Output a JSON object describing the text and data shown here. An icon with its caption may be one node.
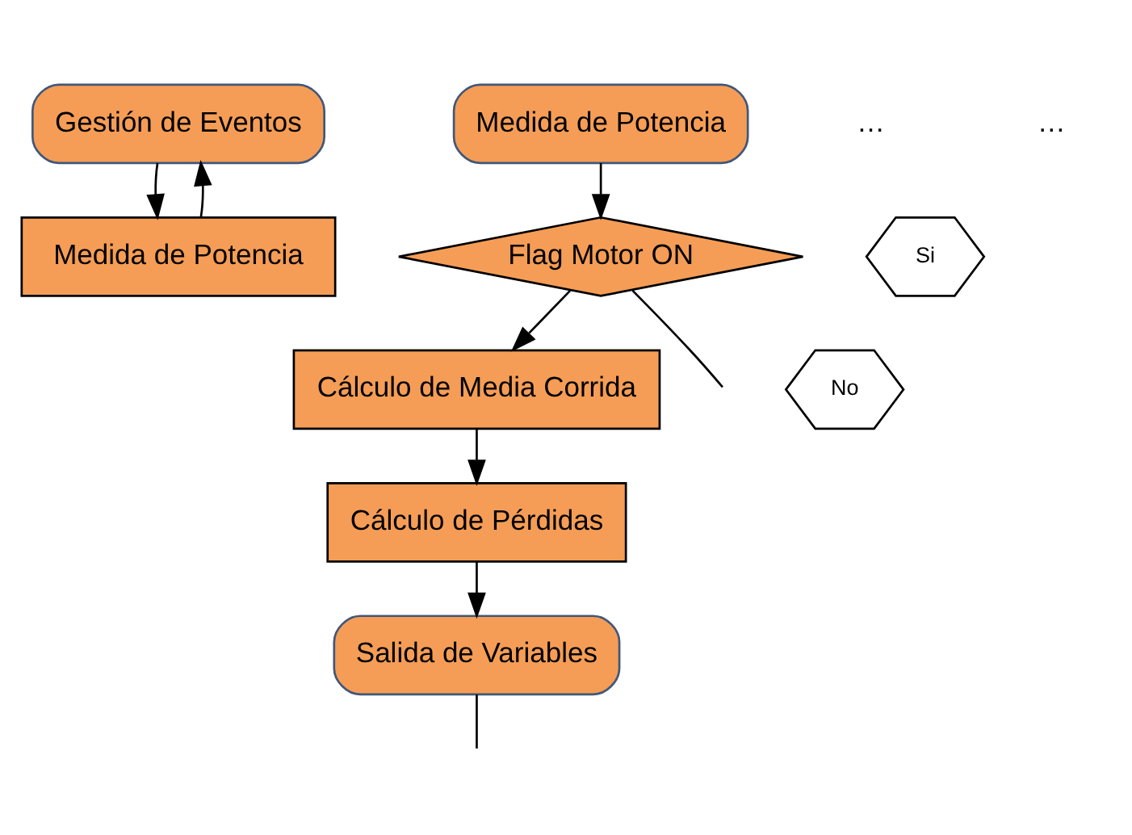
{
  "diagram": {
    "nodes": [
      {
        "text": [
          "Gestión de Eventos"
        ]
      },
      {
        "text": [
          "Medida de Potencia"
        ]
      },
      {
        "text": [
          "Medida de Potencia"
        ]
      },
      {
        "text": [
          "Flag Motor ON"
        ]
      },
      {
        "text": [
          "Si"
        ]
      },
      {
        "text": [
          "No"
        ]
      },
      {
        "text": [
          "Cálculo de Media Corrida"
        ]
      },
      {
        "text": [
          "Cálculo de Pérdidas"
        ]
      },
      {
        "text": [
          "Salida de Variables"
        ]
      }
    ],
    "edges": [
      {
        "from": 0,
        "to": 1,
        "arrow": "to"
      },
      {
        "from": 1,
        "to": 0,
        "arrow": "to"
      },
      {
        "from": 2,
        "to": 3,
        "arrow": "to"
      },
      {
        "from": 3,
        "to": null,
        "arrow": "none"
      },
      {
        "from": 3,
        "to": 6,
        "arrow": "to"
      },
      {
        "from": 6,
        "to": 7,
        "arrow": "to"
      },
      {
        "from": 7,
        "to": 8,
        "arrow": "to"
      },
      {
        "from": 8,
        "to": null,
        "arrow": "none"
      }
    ],
    "labels": [
      "…",
      "…"
    ]
  }
}
